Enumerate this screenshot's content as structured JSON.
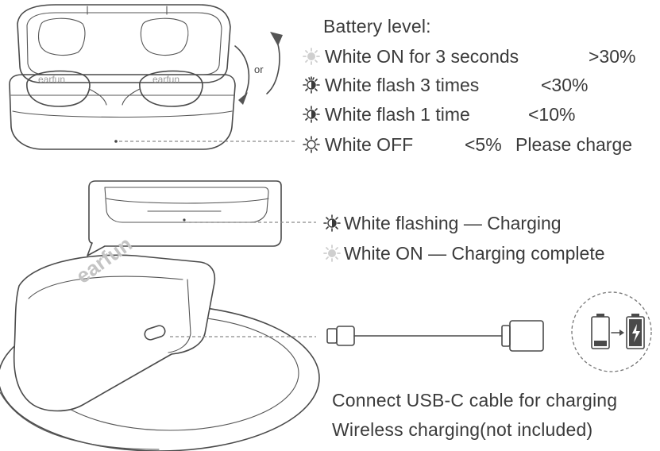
{
  "battery_level": {
    "heading": "Battery level:",
    "rows": [
      {
        "icon": "light-on-icon",
        "label": "White ON for 3 seconds",
        "value": ">30%",
        "note": ""
      },
      {
        "icon": "light-flash-3-icon",
        "label": "White flash 3 times",
        "value": "<30%",
        "note": ""
      },
      {
        "icon": "light-flash-1-icon",
        "label": "White flash 1 time",
        "value": "<10%",
        "note": ""
      },
      {
        "icon": "light-off-icon",
        "label": "White OFF",
        "value": "<5%",
        "note": "Please charge"
      }
    ]
  },
  "charging": {
    "flashing": "White flashing — Charging",
    "on": "White ON — Charging complete"
  },
  "labels": {
    "or": "or",
    "brand": "earfun"
  },
  "footer": {
    "line1": "Connect USB-C cable for charging",
    "line2": "Wireless charging(not included)"
  }
}
